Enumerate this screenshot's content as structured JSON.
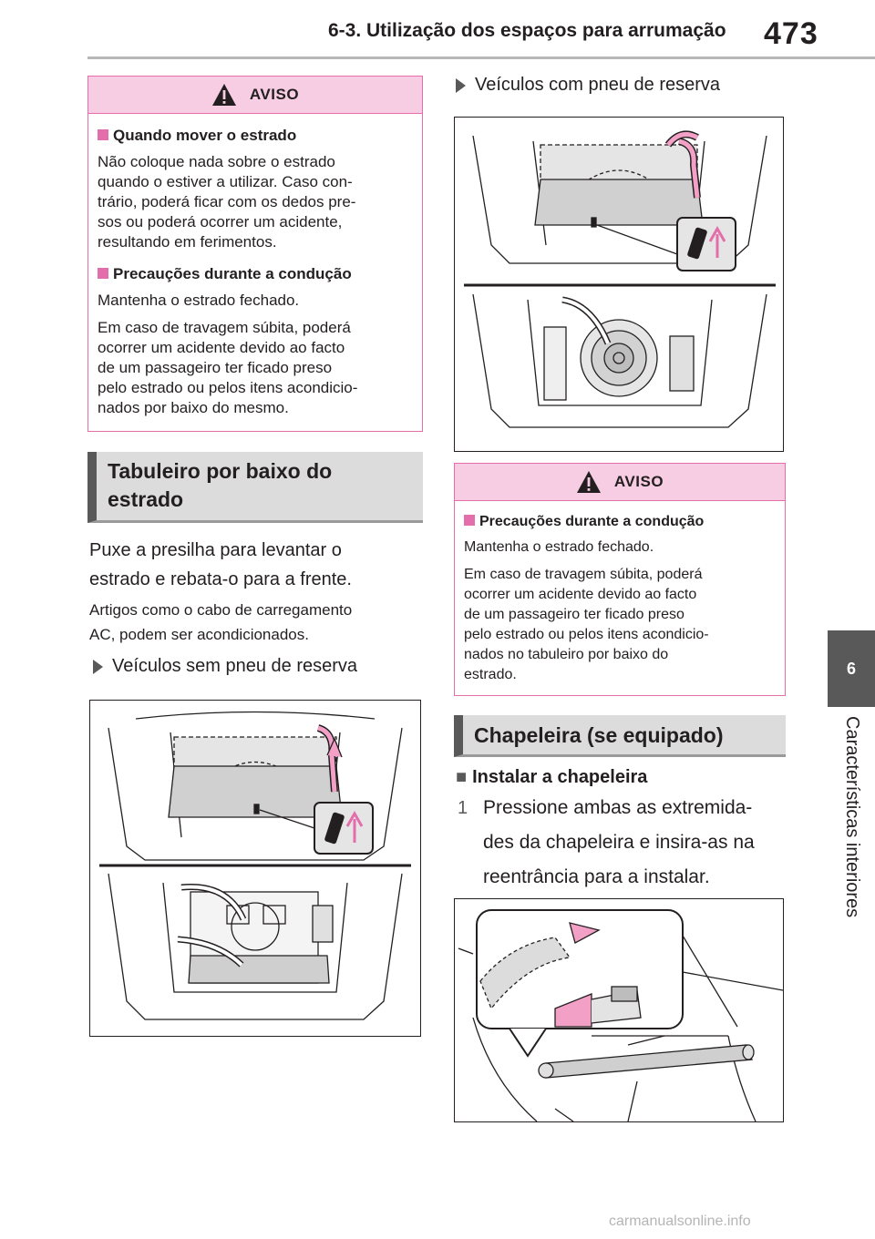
{
  "header": {
    "section_title": "6-3. Utilização dos espaços para arrumação",
    "page_number": "473"
  },
  "side_tab": {
    "chapter": "6",
    "label": "Características interiores"
  },
  "aviso1": {
    "title": "AVISO",
    "h1": "Quando mover o estrado",
    "p1": "Não coloque nada sobre o estrado\nquando o estiver a utilizar. Caso con-\ntrário, poderá ficar com os dedos pre-\nsos ou poderá ocorrer um acidente,\nresultando em ferimentos.",
    "h2": "Precauções durante a condução",
    "p2": "Mantenha o estrado fechado.",
    "p3": "Em caso de travagem súbita, poderá\nocorrer um acidente devido ao facto\nde um passageiro ter ficado preso\npelo estrado ou pelos itens acondicio-\nnados por baixo do mesmo."
  },
  "section_tray": {
    "title_line1": "Tabuleiro por baixo do",
    "title_line2": "estrado"
  },
  "tray_text": {
    "main": "Puxe a presilha para levantar o\nestrado e rebata-o para a frente.",
    "note": "Artigos como o cabo de carregamento\nAC, podem ser acondicionados.",
    "bullet_no_spare": "Veículos sem pneu de reserva",
    "bullet_spare": "Veículos com pneu de reserva"
  },
  "aviso2": {
    "title": "AVISO",
    "h1": "Precauções durante a condução",
    "p1": "Mantenha o estrado fechado.",
    "p2": "Em caso de travagem súbita, poderá\nocorrer um acidente devido ao facto\nde um passageiro ter ficado preso\npelo estrado ou pelos itens acondicio-\nnados no tabuleiro por baixo do\nestrado."
  },
  "section_shelf": {
    "title": "Chapeleira (se equipado)"
  },
  "shelf": {
    "subhead": "Instalar a chapeleira",
    "step_number": "1",
    "step_text": "Pressione ambas as extremida-\ndes da chapeleira e insira-as na\nreentrância para a instalar."
  },
  "footer": {
    "watermark": "carmanualsonline.info"
  },
  "colors": {
    "accent_pink": "#e46dac",
    "warning_fill": "#f6cde2",
    "section_grey": "#dcdcdc",
    "tab_grey": "#595959"
  }
}
